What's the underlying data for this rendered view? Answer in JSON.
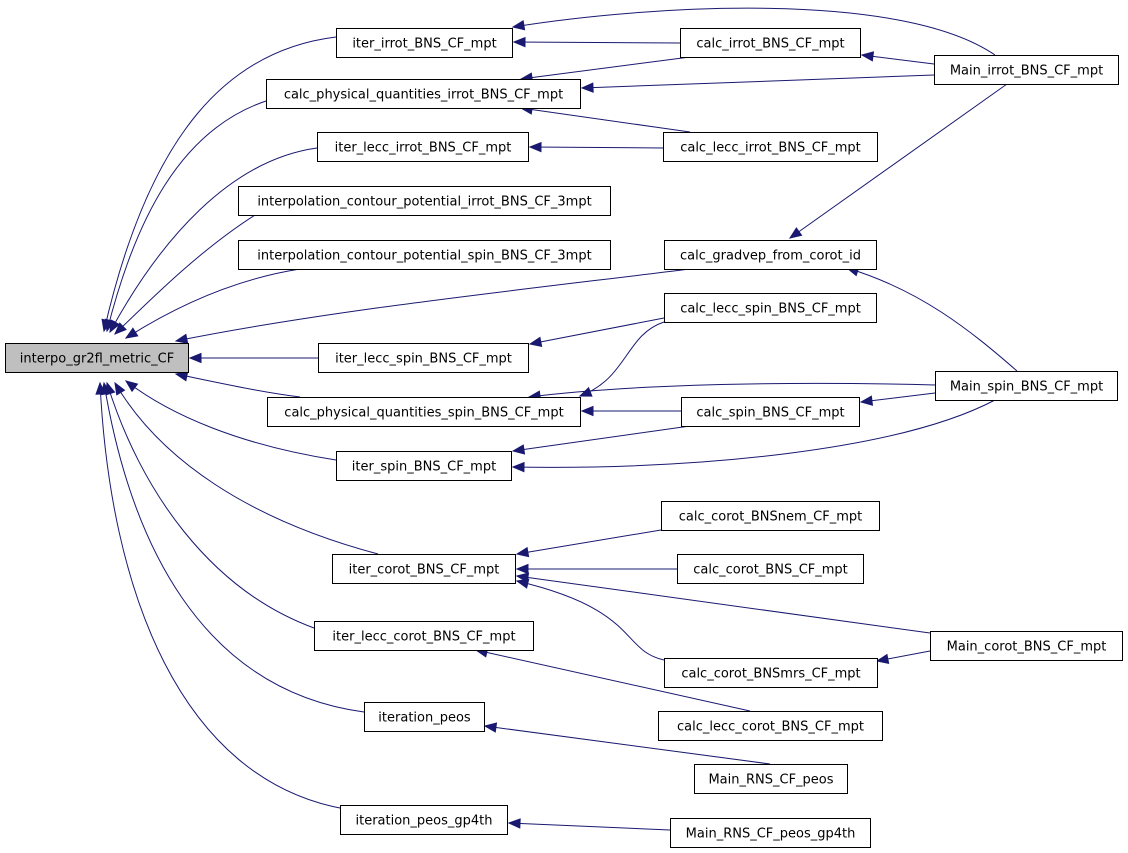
{
  "graph": {
    "root_id": "interpo_gr2fl_metric_CF",
    "colors": {
      "edge": "#191970",
      "root_fill": "#bfbfbf",
      "node_fill": "#ffffff",
      "node_stroke": "#000000"
    },
    "nodes": [
      {
        "id": "interpo_gr2fl_metric_CF",
        "label": "interpo_gr2fl_metric_CF"
      },
      {
        "id": "iter_irrot_BNS_CF_mpt",
        "label": "iter_irrot_BNS_CF_mpt"
      },
      {
        "id": "calc_physical_quantities_irrot_BNS_CF_mpt",
        "label": "calc_physical_quantities_irrot_BNS_CF_mpt"
      },
      {
        "id": "iter_lecc_irrot_BNS_CF_mpt",
        "label": "iter_lecc_irrot_BNS_CF_mpt"
      },
      {
        "id": "interpolation_contour_potential_irrot_BNS_CF_3mpt",
        "label": "interpolation_contour_potential_irrot_BNS_CF_3mpt"
      },
      {
        "id": "interpolation_contour_potential_spin_BNS_CF_3mpt",
        "label": "interpolation_contour_potential_spin_BNS_CF_3mpt"
      },
      {
        "id": "iter_lecc_spin_BNS_CF_mpt",
        "label": "iter_lecc_spin_BNS_CF_mpt"
      },
      {
        "id": "calc_physical_quantities_spin_BNS_CF_mpt",
        "label": "calc_physical_quantities_spin_BNS_CF_mpt"
      },
      {
        "id": "iter_spin_BNS_CF_mpt",
        "label": "iter_spin_BNS_CF_mpt"
      },
      {
        "id": "iter_corot_BNS_CF_mpt",
        "label": "iter_corot_BNS_CF_mpt"
      },
      {
        "id": "iter_lecc_corot_BNS_CF_mpt",
        "label": "iter_lecc_corot_BNS_CF_mpt"
      },
      {
        "id": "iteration_peos",
        "label": "iteration_peos"
      },
      {
        "id": "iteration_peos_gp4th",
        "label": "iteration_peos_gp4th"
      },
      {
        "id": "calc_irrot_BNS_CF_mpt",
        "label": "calc_irrot_BNS_CF_mpt"
      },
      {
        "id": "calc_lecc_irrot_BNS_CF_mpt",
        "label": "calc_lecc_irrot_BNS_CF_mpt"
      },
      {
        "id": "calc_gradvep_from_corot_id",
        "label": "calc_gradvep_from_corot_id"
      },
      {
        "id": "calc_lecc_spin_BNS_CF_mpt",
        "label": "calc_lecc_spin_BNS_CF_mpt"
      },
      {
        "id": "calc_spin_BNS_CF_mpt",
        "label": "calc_spin_BNS_CF_mpt"
      },
      {
        "id": "calc_corot_BNSnem_CF_mpt",
        "label": "calc_corot_BNSnem_CF_mpt"
      },
      {
        "id": "calc_corot_BNS_CF_mpt",
        "label": "calc_corot_BNS_CF_mpt"
      },
      {
        "id": "calc_corot_BNSmrs_CF_mpt",
        "label": "calc_corot_BNSmrs_CF_mpt"
      },
      {
        "id": "calc_lecc_corot_BNS_CF_mpt",
        "label": "calc_lecc_corot_BNS_CF_mpt"
      },
      {
        "id": "Main_RNS_CF_peos",
        "label": "Main_RNS_CF_peos"
      },
      {
        "id": "Main_RNS_CF_peos_gp4th",
        "label": "Main_RNS_CF_peos_gp4th"
      },
      {
        "id": "Main_irrot_BNS_CF_mpt",
        "label": "Main_irrot_BNS_CF_mpt"
      },
      {
        "id": "Main_spin_BNS_CF_mpt",
        "label": "Main_spin_BNS_CF_mpt"
      },
      {
        "id": "Main_corot_BNS_CF_mpt",
        "label": "Main_corot_BNS_CF_mpt"
      }
    ],
    "edges": [
      {
        "from": "iter_irrot_BNS_CF_mpt",
        "to": "interpo_gr2fl_metric_CF"
      },
      {
        "from": "calc_physical_quantities_irrot_BNS_CF_mpt",
        "to": "interpo_gr2fl_metric_CF"
      },
      {
        "from": "iter_lecc_irrot_BNS_CF_mpt",
        "to": "interpo_gr2fl_metric_CF"
      },
      {
        "from": "interpolation_contour_potential_irrot_BNS_CF_3mpt",
        "to": "interpo_gr2fl_metric_CF"
      },
      {
        "from": "interpolation_contour_potential_spin_BNS_CF_3mpt",
        "to": "interpo_gr2fl_metric_CF"
      },
      {
        "from": "calc_gradvep_from_corot_id",
        "to": "interpo_gr2fl_metric_CF"
      },
      {
        "from": "iter_lecc_spin_BNS_CF_mpt",
        "to": "interpo_gr2fl_metric_CF"
      },
      {
        "from": "calc_physical_quantities_spin_BNS_CF_mpt",
        "to": "interpo_gr2fl_metric_CF"
      },
      {
        "from": "iter_spin_BNS_CF_mpt",
        "to": "interpo_gr2fl_metric_CF"
      },
      {
        "from": "iter_corot_BNS_CF_mpt",
        "to": "interpo_gr2fl_metric_CF"
      },
      {
        "from": "iter_lecc_corot_BNS_CF_mpt",
        "to": "interpo_gr2fl_metric_CF"
      },
      {
        "from": "iteration_peos",
        "to": "interpo_gr2fl_metric_CF"
      },
      {
        "from": "iteration_peos_gp4th",
        "to": "interpo_gr2fl_metric_CF"
      },
      {
        "from": "Main_irrot_BNS_CF_mpt",
        "to": "iter_irrot_BNS_CF_mpt"
      },
      {
        "from": "calc_irrot_BNS_CF_mpt",
        "to": "iter_irrot_BNS_CF_mpt"
      },
      {
        "from": "Main_irrot_BNS_CF_mpt",
        "to": "calc_irrot_BNS_CF_mpt"
      },
      {
        "from": "calc_irrot_BNS_CF_mpt",
        "to": "calc_physical_quantities_irrot_BNS_CF_mpt"
      },
      {
        "from": "Main_irrot_BNS_CF_mpt",
        "to": "calc_physical_quantities_irrot_BNS_CF_mpt"
      },
      {
        "from": "calc_lecc_irrot_BNS_CF_mpt",
        "to": "calc_physical_quantities_irrot_BNS_CF_mpt"
      },
      {
        "from": "calc_lecc_irrot_BNS_CF_mpt",
        "to": "iter_lecc_irrot_BNS_CF_mpt"
      },
      {
        "from": "Main_irrot_BNS_CF_mpt",
        "to": "calc_gradvep_from_corot_id"
      },
      {
        "from": "Main_spin_BNS_CF_mpt",
        "to": "calc_gradvep_from_corot_id"
      },
      {
        "from": "calc_lecc_spin_BNS_CF_mpt",
        "to": "iter_lecc_spin_BNS_CF_mpt"
      },
      {
        "from": "calc_lecc_spin_BNS_CF_mpt",
        "to": "calc_physical_quantities_spin_BNS_CF_mpt"
      },
      {
        "from": "Main_spin_BNS_CF_mpt",
        "to": "calc_physical_quantities_spin_BNS_CF_mpt"
      },
      {
        "from": "calc_spin_BNS_CF_mpt",
        "to": "calc_physical_quantities_spin_BNS_CF_mpt"
      },
      {
        "from": "Main_spin_BNS_CF_mpt",
        "to": "calc_spin_BNS_CF_mpt"
      },
      {
        "from": "calc_spin_BNS_CF_mpt",
        "to": "iter_spin_BNS_CF_mpt"
      },
      {
        "from": "Main_spin_BNS_CF_mpt",
        "to": "iter_spin_BNS_CF_mpt"
      },
      {
        "from": "calc_corot_BNSnem_CF_mpt",
        "to": "iter_corot_BNS_CF_mpt"
      },
      {
        "from": "calc_corot_BNS_CF_mpt",
        "to": "iter_corot_BNS_CF_mpt"
      },
      {
        "from": "Main_corot_BNS_CF_mpt",
        "to": "iter_corot_BNS_CF_mpt"
      },
      {
        "from": "calc_corot_BNSmrs_CF_mpt",
        "to": "iter_corot_BNS_CF_mpt"
      },
      {
        "from": "Main_corot_BNS_CF_mpt",
        "to": "calc_corot_BNSmrs_CF_mpt"
      },
      {
        "from": "calc_lecc_corot_BNS_CF_mpt",
        "to": "iter_lecc_corot_BNS_CF_mpt"
      },
      {
        "from": "Main_RNS_CF_peos",
        "to": "iteration_peos"
      },
      {
        "from": "Main_RNS_CF_peos_gp4th",
        "to": "iteration_peos_gp4th"
      }
    ]
  }
}
